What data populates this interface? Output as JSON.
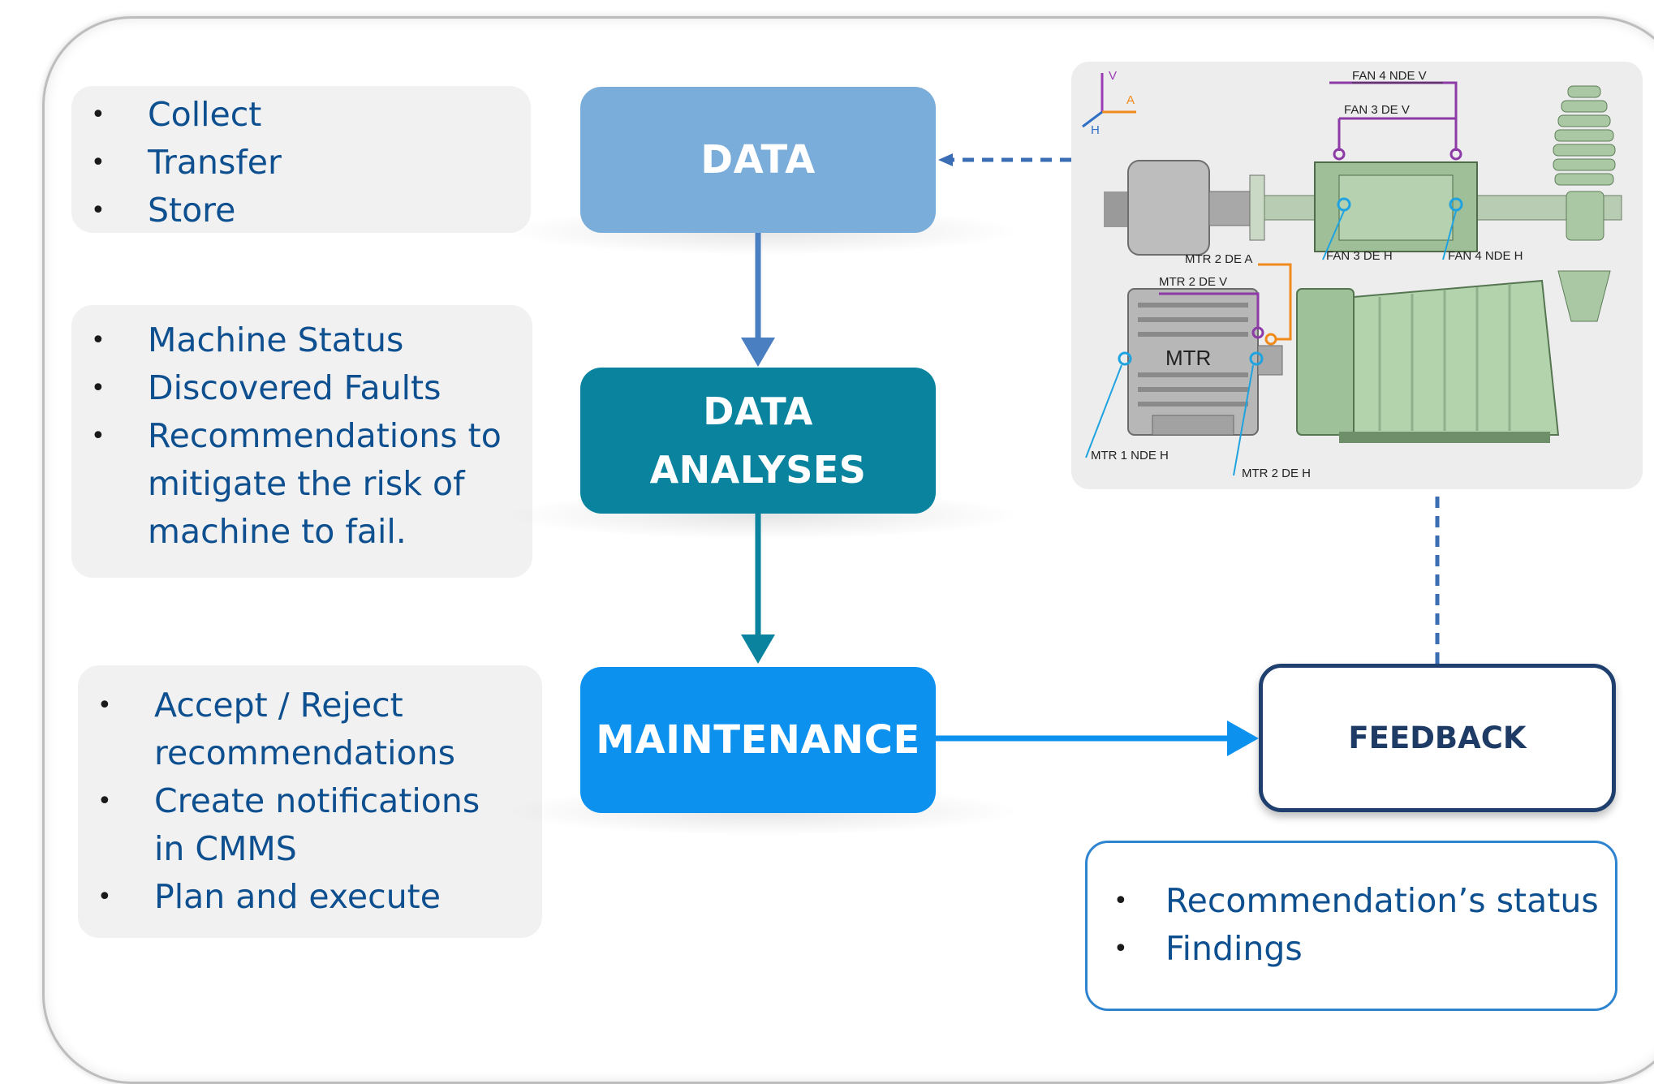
{
  "panels": {
    "data_items": [
      "Collect",
      "Transfer",
      "Store"
    ],
    "analysis_items": [
      "Machine Status",
      "Discovered Faults",
      "Recommendations to mitigate the risk of machine to fail."
    ],
    "maintenance_items": [
      "Accept / Reject recommendations",
      "Create notifications in CMMS",
      "Plan and execute"
    ]
  },
  "steps": {
    "data": "DATA",
    "analyses": "DATA ANALYSES",
    "maintenance": "MAINTENANCE",
    "feedback": "FEEDBACK"
  },
  "feedback_items": [
    "Recommendation’s status",
    "Findings"
  ],
  "machine": {
    "axes": {
      "v": "V",
      "a": "A",
      "h": "H"
    },
    "labels": {
      "fan4_nde_v": "FAN 4 NDE V",
      "fan3_de_v": "FAN 3 DE V",
      "fan3_de_h": "FAN 3 DE H",
      "fan4_nde_h": "FAN 4 NDE H",
      "mtr2_de_a": "MTR 2 DE A",
      "mtr2_de_v": "MTR 2 DE V",
      "mtr": "MTR",
      "mtr1_nde_h": "MTR 1 NDE H",
      "mtr2_de_h": "MTR 2 DE H"
    }
  },
  "colors": {
    "data": "#7aadd9",
    "analyses": "#0a839f",
    "maintenance": "#0d91ee",
    "feedback_border": "#1f3f6e",
    "text_blue": "#0d4f8f"
  }
}
